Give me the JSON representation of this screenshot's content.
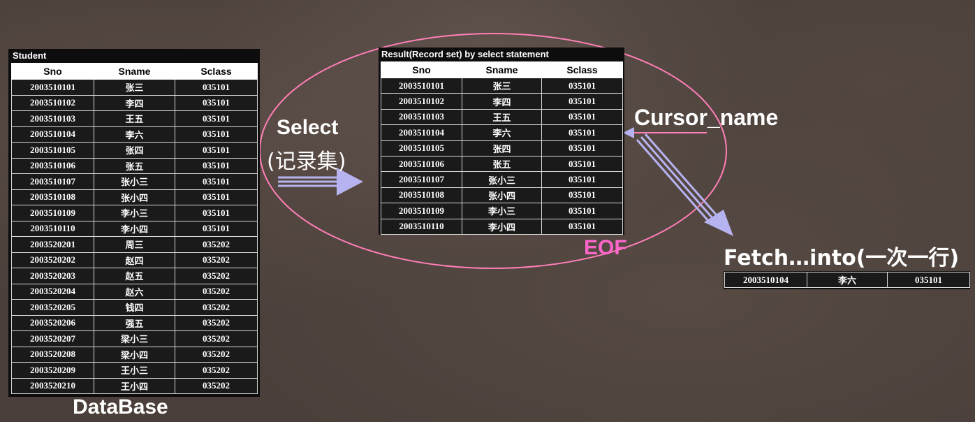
{
  "database": {
    "table_title": "Student",
    "columns": [
      "Sno",
      "Sname",
      "Sclass"
    ],
    "rows": [
      [
        "2003510101",
        "张三",
        "035101"
      ],
      [
        "2003510102",
        "李四",
        "035101"
      ],
      [
        "2003510103",
        "王五",
        "035101"
      ],
      [
        "2003510104",
        "李六",
        "035101"
      ],
      [
        "2003510105",
        "张四",
        "035101"
      ],
      [
        "2003510106",
        "张五",
        "035101"
      ],
      [
        "2003510107",
        "张小三",
        "035101"
      ],
      [
        "2003510108",
        "张小四",
        "035101"
      ],
      [
        "2003510109",
        "李小三",
        "035101"
      ],
      [
        "2003510110",
        "李小四",
        "035101"
      ],
      [
        "2003520201",
        "周三",
        "035202"
      ],
      [
        "2003520202",
        "赵四",
        "035202"
      ],
      [
        "2003520203",
        "赵五",
        "035202"
      ],
      [
        "2003520204",
        "赵六",
        "035202"
      ],
      [
        "2003520205",
        "钱四",
        "035202"
      ],
      [
        "2003520206",
        "强五",
        "035202"
      ],
      [
        "2003520207",
        "梁小三",
        "035202"
      ],
      [
        "2003520208",
        "梁小四",
        "035202"
      ],
      [
        "2003520209",
        "王小三",
        "035202"
      ],
      [
        "2003520210",
        "王小四",
        "035202"
      ]
    ],
    "caption": "DataBase"
  },
  "select_label": {
    "line1": "Select",
    "line2": "(记录集)"
  },
  "result_set": {
    "table_title": "Result(Record set) by select statement",
    "columns": [
      "Sno",
      "Sname",
      "Sclass"
    ],
    "rows": [
      [
        "2003510101",
        "张三",
        "035101"
      ],
      [
        "2003510102",
        "李四",
        "035101"
      ],
      [
        "2003510103",
        "王五",
        "035101"
      ],
      [
        "2003510104",
        "李六",
        "035101"
      ],
      [
        "2003510105",
        "张四",
        "035101"
      ],
      [
        "2003510106",
        "张五",
        "035101"
      ],
      [
        "2003510107",
        "张小三",
        "035101"
      ],
      [
        "2003510108",
        "张小四",
        "035101"
      ],
      [
        "2003510109",
        "李小三",
        "035101"
      ],
      [
        "2003510110",
        "李小四",
        "035101"
      ]
    ],
    "eof_label": "EOF"
  },
  "cursor_label": "Cursor_name",
  "fetch": {
    "label": "Fetch…into(一次一行)",
    "row": [
      "2003510104",
      "李六",
      "035101"
    ]
  },
  "colors": {
    "arrow": "#b6b3f0",
    "ellipse": "#ff7fb8",
    "eof": "#ff66cc",
    "panel": "#0d0d0d"
  }
}
